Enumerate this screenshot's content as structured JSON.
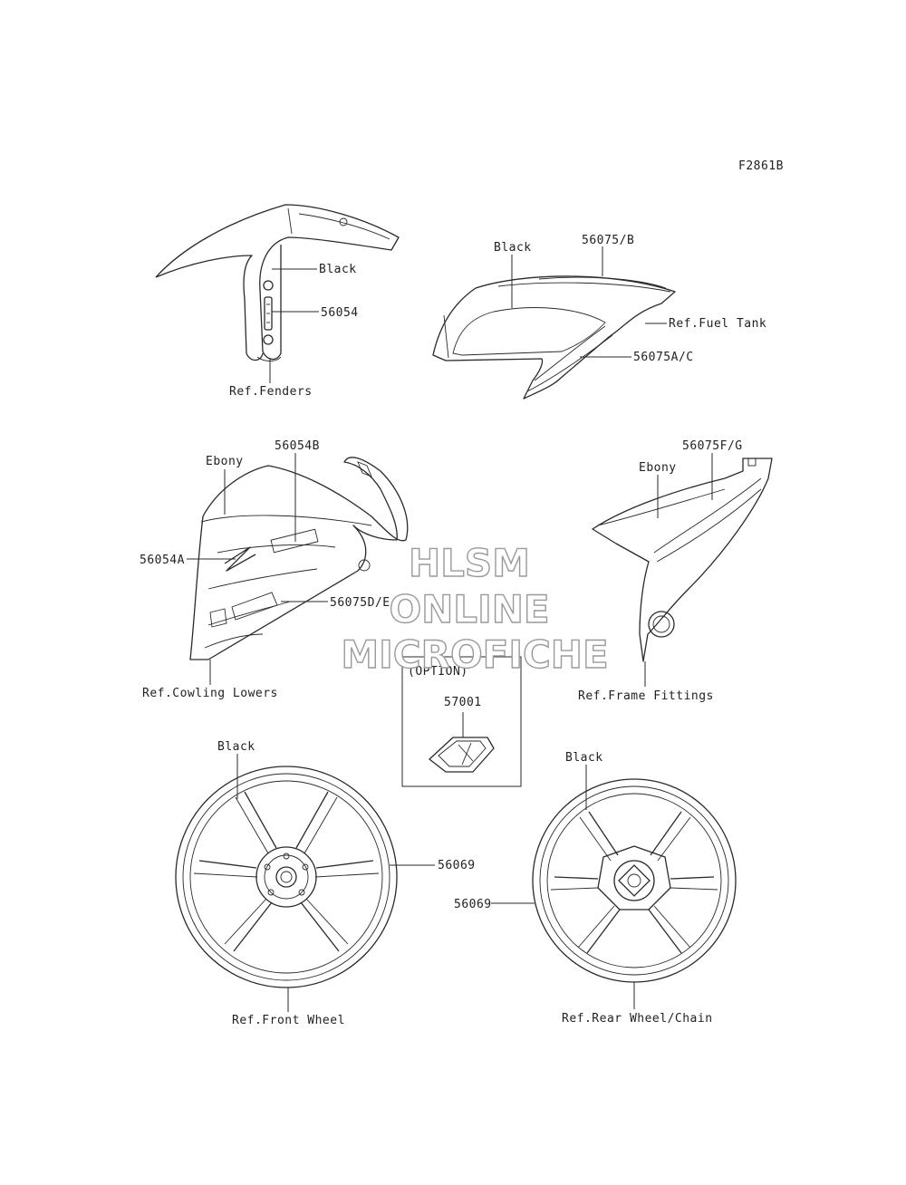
{
  "figure_id": "F2861B",
  "watermark": {
    "line1": "HLSM",
    "line2": "ONLINE",
    "line3": "MICROFICHE"
  },
  "labels": {
    "fender_black": "Black",
    "fender_part": "56054",
    "fender_ref": "Ref.Fenders",
    "tank_black": "Black",
    "tank_part_b": "56075/B",
    "tank_ref": "Ref.Fuel Tank",
    "tank_part_ac": "56075A/C",
    "cowl_ebony": "Ebony",
    "cowl_part_b": "56054B",
    "cowl_part_a": "56054A",
    "cowl_part_de": "56075D/E",
    "cowl_ref": "Ref.Cowling Lowers",
    "frame_part_fg": "56075F/G",
    "frame_ebony": "Ebony",
    "frame_ref": "Ref.Frame Fittings",
    "option_title": "(OPTION)",
    "option_part": "57001",
    "front_black": "Black",
    "front_part": "56069",
    "front_ref": "Ref.Front Wheel",
    "rear_black": "Black",
    "rear_part": "56069",
    "rear_ref": "Ref.Rear Wheel/Chain"
  }
}
